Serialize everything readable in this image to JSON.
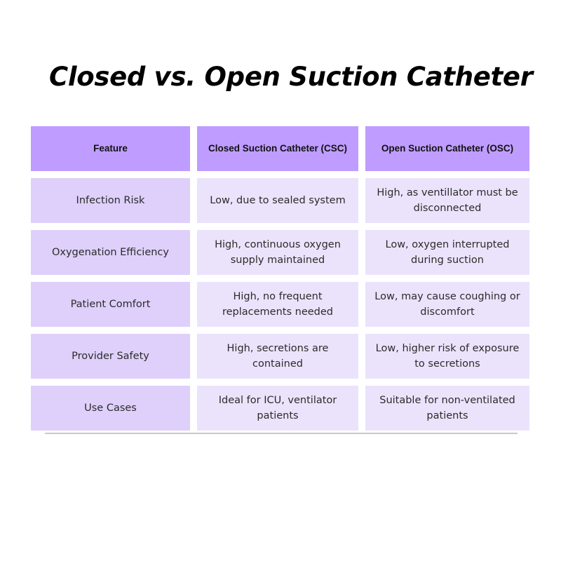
{
  "title": "Closed vs. Open Suction Catheter",
  "table": {
    "headers": [
      "Feature",
      "Closed Suction Catheter (CSC)",
      "Open Suction Catheter (OSC)"
    ],
    "rows": [
      [
        "Infection Risk",
        "Low, due to sealed system",
        "High, as ventillator must be disconnected"
      ],
      [
        "Oxygenation Efficiency",
        "High, continuous oxygen supply maintained",
        "Low, oxygen interrupted during suction"
      ],
      [
        "Patient Comfort",
        "High, no frequent replacements needed",
        "Low, may cause coughing or discomfort"
      ],
      [
        "Provider Safety",
        "High, secretions are contained",
        "Low, higher risk of exposure to secretions"
      ],
      [
        "Use Cases",
        "Ideal for ICU, ventilator patients",
        "Suitable for non-ventilated patients"
      ]
    ]
  },
  "colors": {
    "header_bg": "#bf9cff",
    "feature_cell_bg": "#ded0fb",
    "value_cell_bg": "#ebe3fc"
  }
}
